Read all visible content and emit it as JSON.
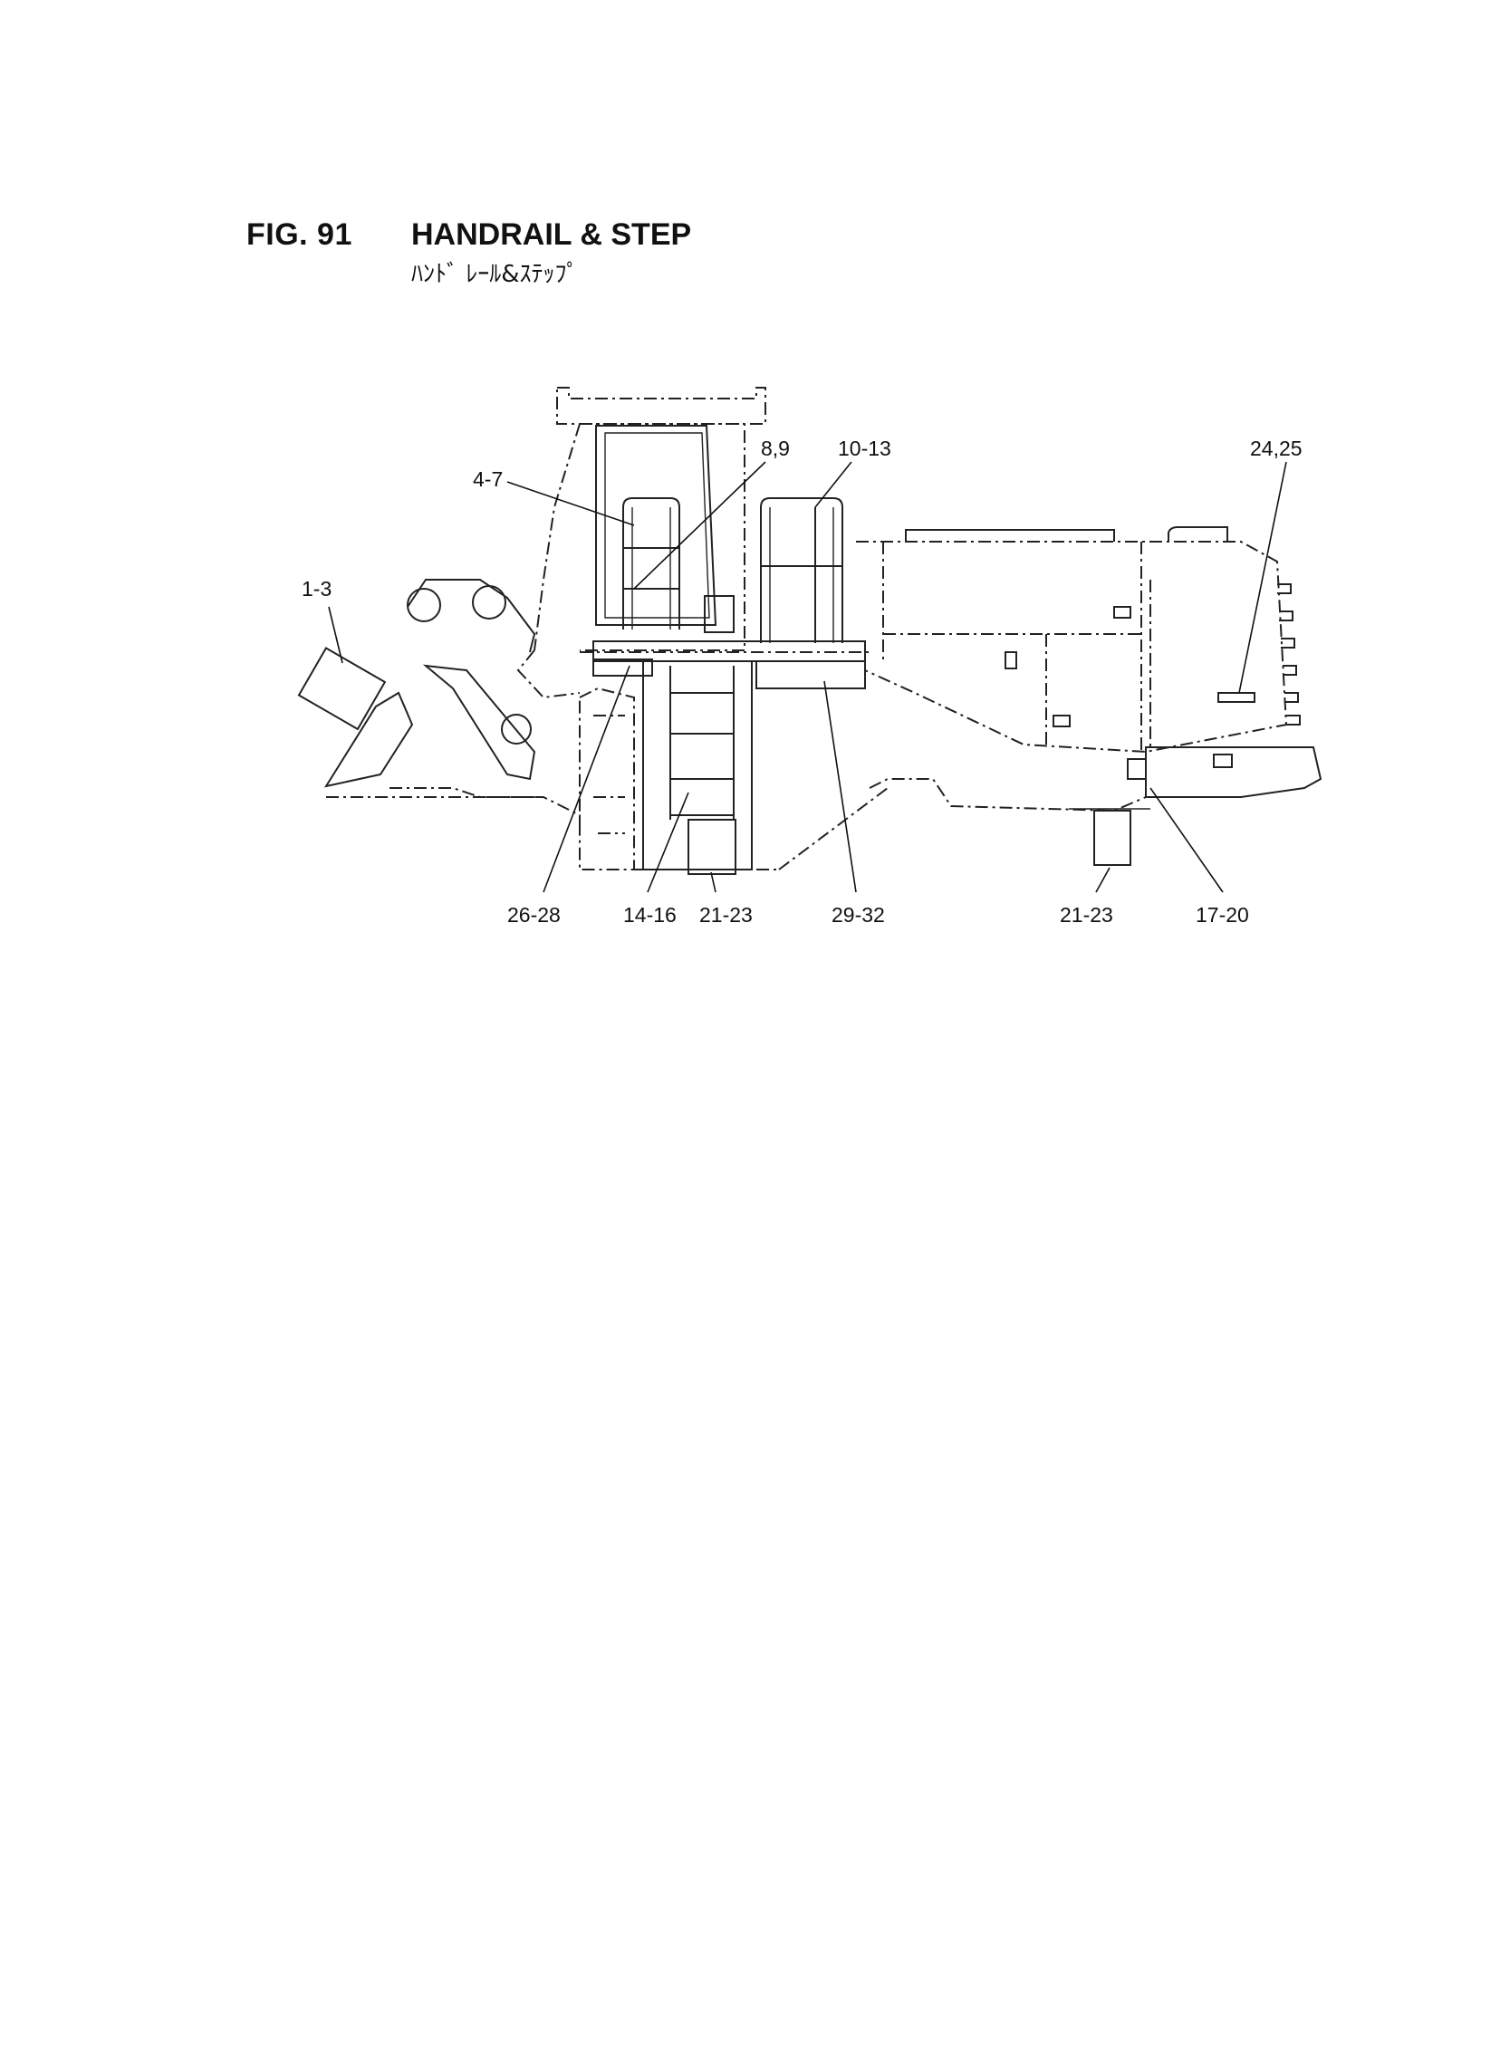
{
  "figure": {
    "number": "FIG. 91",
    "title": "HANDRAIL & STEP",
    "subtitle": "ﾊﾝﾄﾞ ﾚｰﾙ&ｽﾃｯﾌﾟ"
  },
  "callouts": [
    "1-3",
    "4-7",
    "8,9",
    "10-13",
    "24,25",
    "26-28",
    "14-16",
    "21-23",
    "29-32",
    "21-23",
    "17-20"
  ]
}
